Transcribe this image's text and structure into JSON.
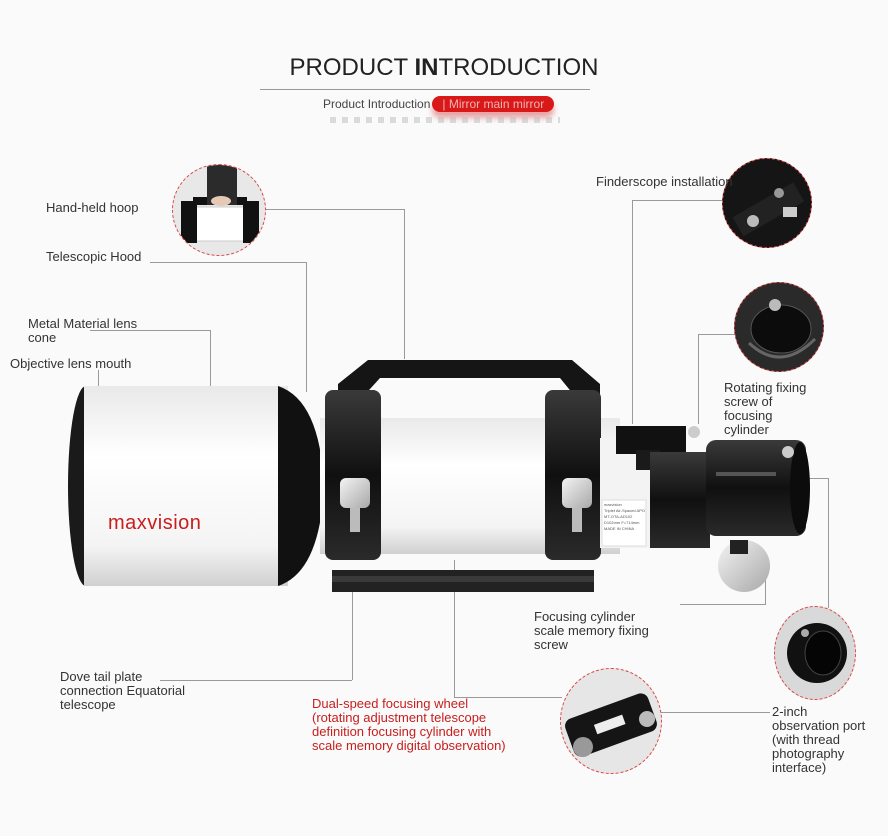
{
  "header": {
    "title_prefix": "PRODUCT ",
    "title_bold": "IN",
    "title_suffix": "TRODUCTION",
    "subtitle_plain": "Product Introduction",
    "subtitle_red": "| Mirror main mirror"
  },
  "brand": {
    "logo_text": "maxvision",
    "color": "#c81e1e"
  },
  "tube_small_text": [
    "maxvision",
    "Triplet Air-Spaced APO",
    "MT-OTA-AD102",
    "D102mm  F=714mm",
    "MADE IN CHINA"
  ],
  "callouts": {
    "hand_held_hoop": "Hand-held hoop",
    "telescopic_hood": "Telescopic Hood",
    "metal_lens_cone": [
      "Metal Material lens",
      "cone"
    ],
    "objective_mouth": "Objective lens mouth",
    "finderscope": "Finderscope installation",
    "rotating_screw": [
      "Rotating fixing",
      "screw of",
      "focusing",
      "cylinder"
    ],
    "focusing_memory": [
      "Focusing cylinder",
      "scale memory fixing",
      "screw"
    ],
    "dove_tail": [
      "Dove tail plate",
      "connection Equatorial",
      "telescope"
    ],
    "dual_speed": [
      "Dual-speed focusing wheel",
      "(rotating adjustment telescope",
      "definition focusing cylinder with",
      "scale memory digital observation)"
    ],
    "observation_port": [
      "2-inch",
      "observation port",
      "(with thread",
      "photography",
      "interface)"
    ]
  },
  "colors": {
    "accent_red": "#d91818",
    "callout_red": "#c81e1e",
    "tube_white": "#ffffff",
    "metal_black": "#141414"
  }
}
